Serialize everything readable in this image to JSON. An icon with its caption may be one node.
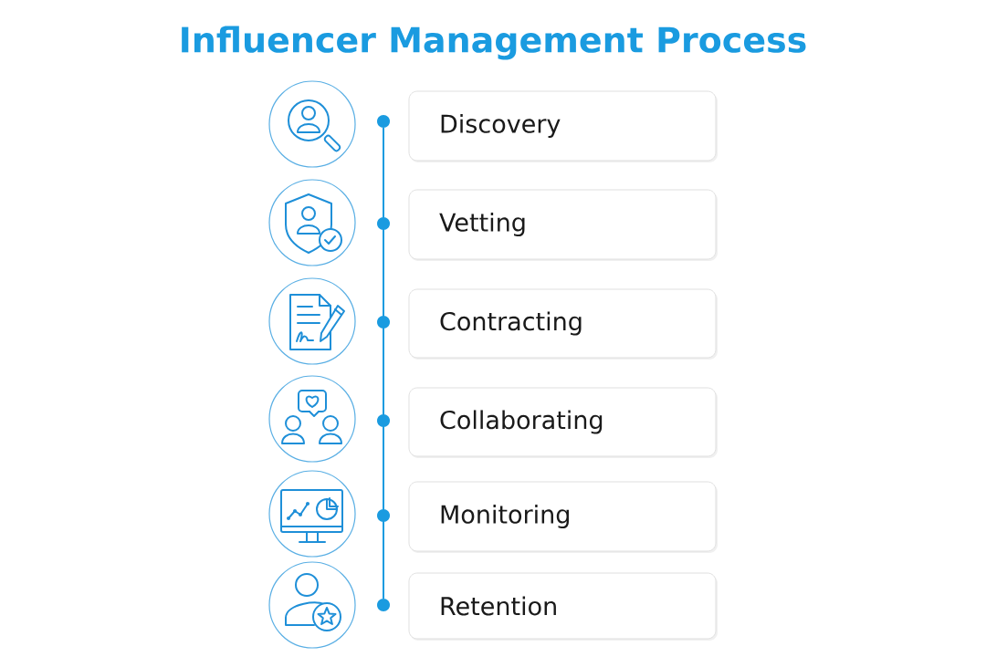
{
  "diagram": {
    "title": "Influencer Management Process",
    "nodes": [
      {
        "text": [
          "Discovery"
        ]
      },
      {
        "text": [
          "Vetting"
        ]
      },
      {
        "text": [
          "Contracting"
        ]
      },
      {
        "text": [
          "Collaborating"
        ]
      },
      {
        "text": [
          "Monitoring"
        ]
      },
      {
        "text": [
          "Retention"
        ]
      }
    ]
  }
}
